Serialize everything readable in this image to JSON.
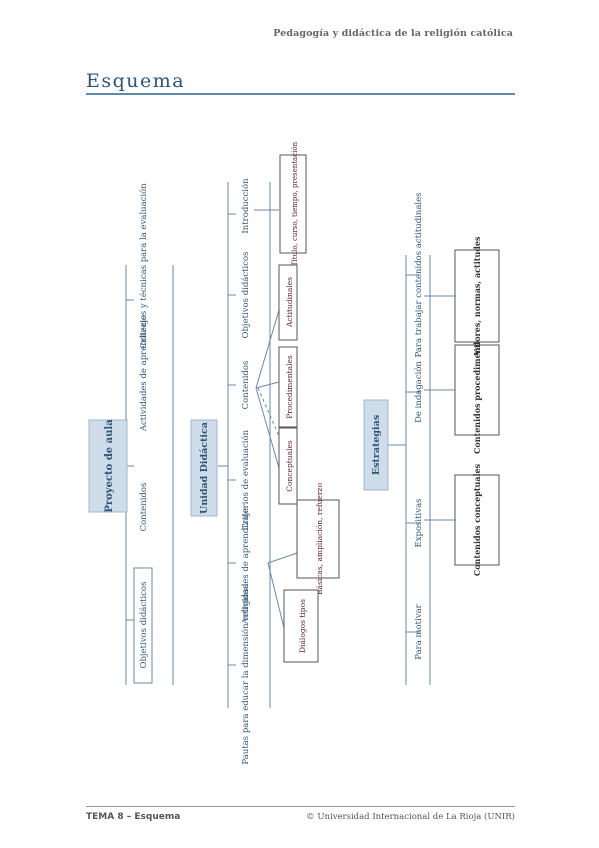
{
  "header": {
    "title": "Pedagogía y didáctica de la religión católica"
  },
  "section": {
    "heading": "Esquema"
  },
  "diagram": {
    "proyecto": {
      "root": "Proyecto de aula",
      "children": [
        "Objetivos didácticos",
        "Contenidos",
        "Actividades de aprendizaje",
        "Criterios y técnicas para la evaluación"
      ]
    },
    "unidad": {
      "root": "Unidad Didáctica",
      "children": [
        "Pautas para educar la dimensión religiosa",
        "Actividades de aprendizaje",
        "Criterios de evaluación",
        "Contenidos",
        "Objetivos didácticos",
        "Introducción"
      ],
      "actividades_types": [
        "Diálogos tipos",
        "Básicas, ampliación, refuerzo"
      ],
      "contenidos_types": [
        "Conceptuales",
        "Procedimentales",
        "Actitudinales"
      ],
      "intro_note": "Título, curso, tiempo, presentación"
    },
    "estrategias": {
      "root": "Estrategias",
      "children": [
        "Para motivar",
        "Expositivas",
        "De indagación",
        "Para trabajar contenidos actitudinales"
      ],
      "notes": [
        "Contenidos conceptuales",
        "Contenidos procedimentales",
        "Valores, normas, actitudes"
      ]
    }
  },
  "footer": {
    "left": "TEMA 8 – Esquema",
    "right": "© Universidad Internacional de La Rioja (UNIR)"
  }
}
